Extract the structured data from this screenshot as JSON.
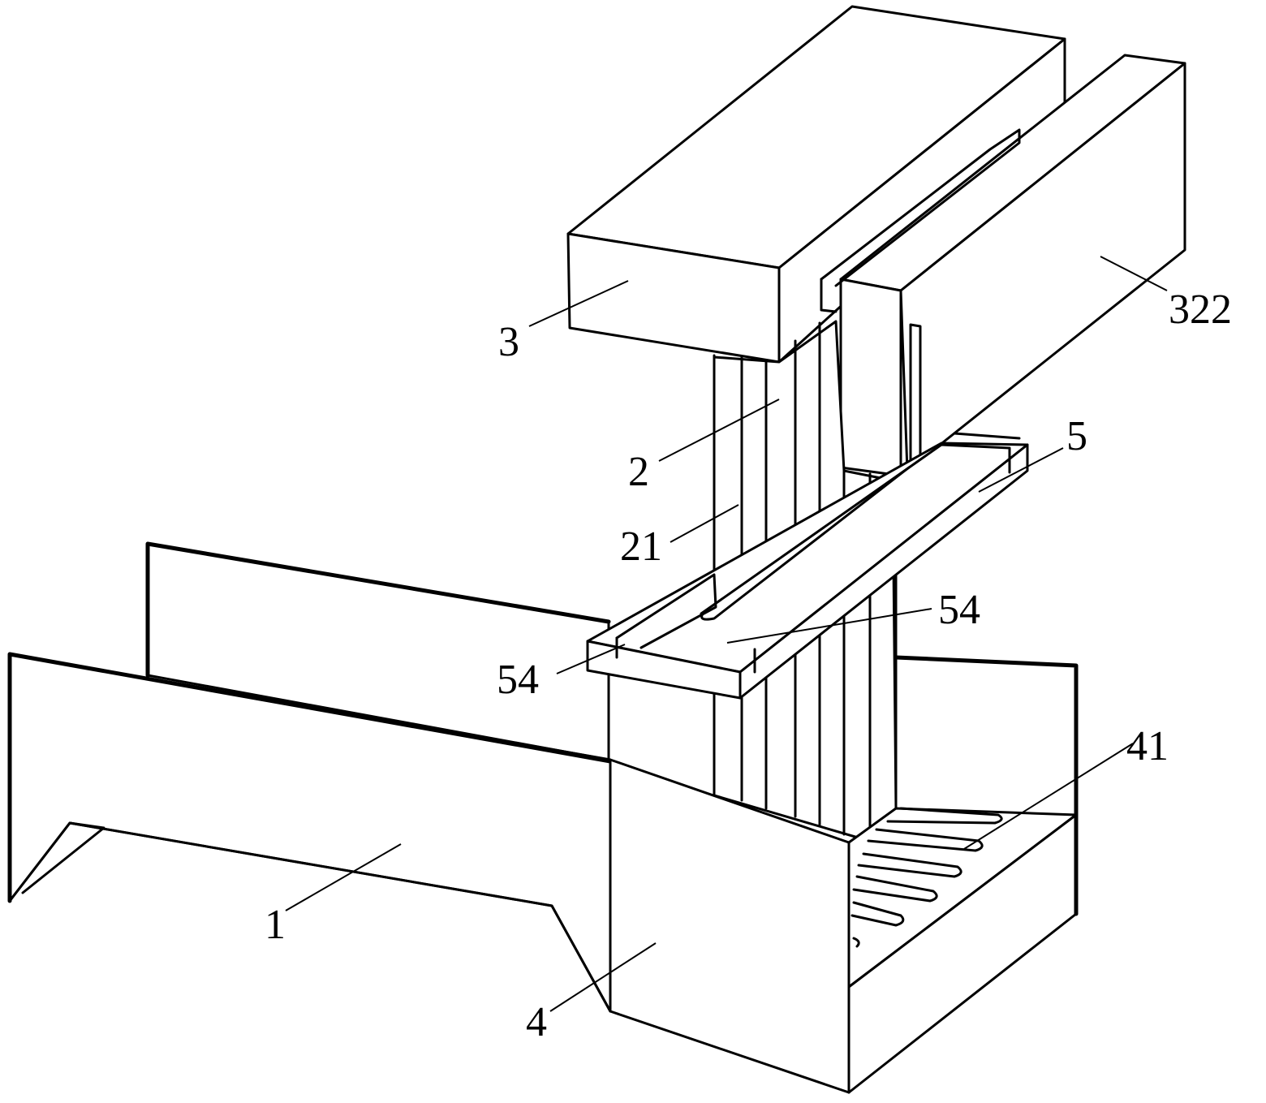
{
  "labels": {
    "frame": "3",
    "clamp_block": "322",
    "column": "2",
    "guide_rod": "21",
    "tray": "5",
    "tray_groove_right": "54",
    "tray_groove_left": "54",
    "basin": "41",
    "chute": "1",
    "tank": "4"
  }
}
